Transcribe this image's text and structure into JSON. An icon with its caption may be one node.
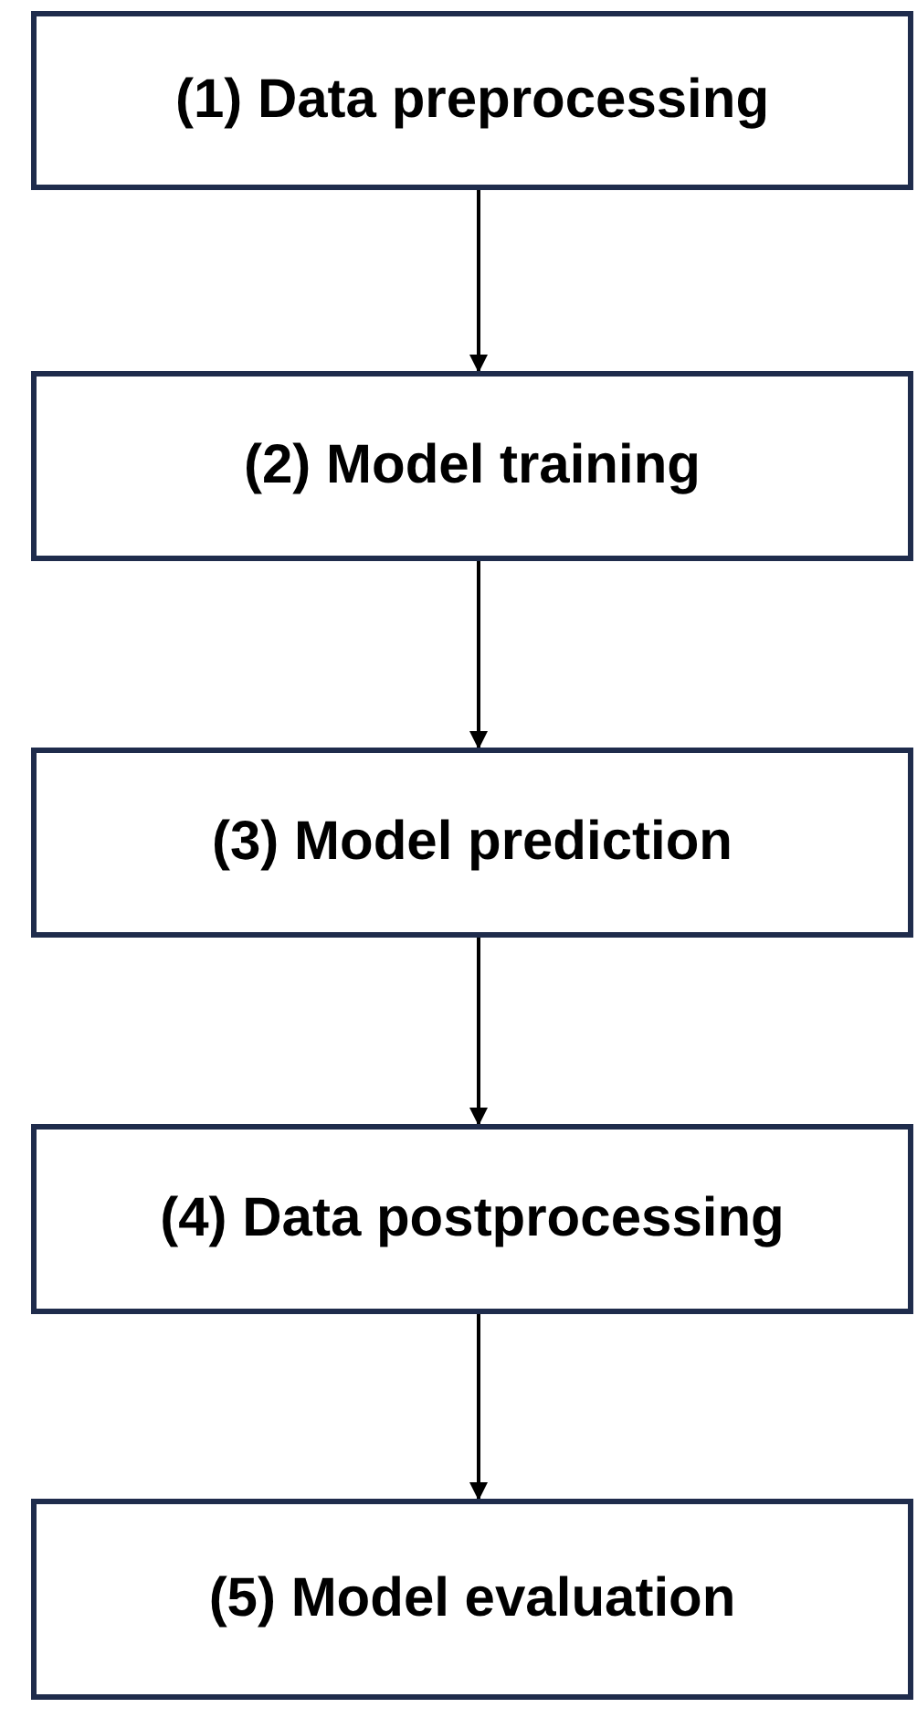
{
  "diagram": {
    "nodes": [
      {
        "text": [
          "(1) Data preprocessing"
        ]
      },
      {
        "text": [
          "(2) Model training"
        ]
      },
      {
        "text": [
          "(3) Model prediction"
        ]
      },
      {
        "text": [
          "(4) Data postprocessing"
        ]
      },
      {
        "text": [
          "(5) Model evaluation"
        ]
      }
    ],
    "edges": [
      {
        "from": 0,
        "to": 1,
        "arrow": "to"
      },
      {
        "from": 1,
        "to": 2,
        "arrow": "to"
      },
      {
        "from": 2,
        "to": 3,
        "arrow": "to"
      },
      {
        "from": 3,
        "to": 4,
        "arrow": "to"
      }
    ]
  }
}
